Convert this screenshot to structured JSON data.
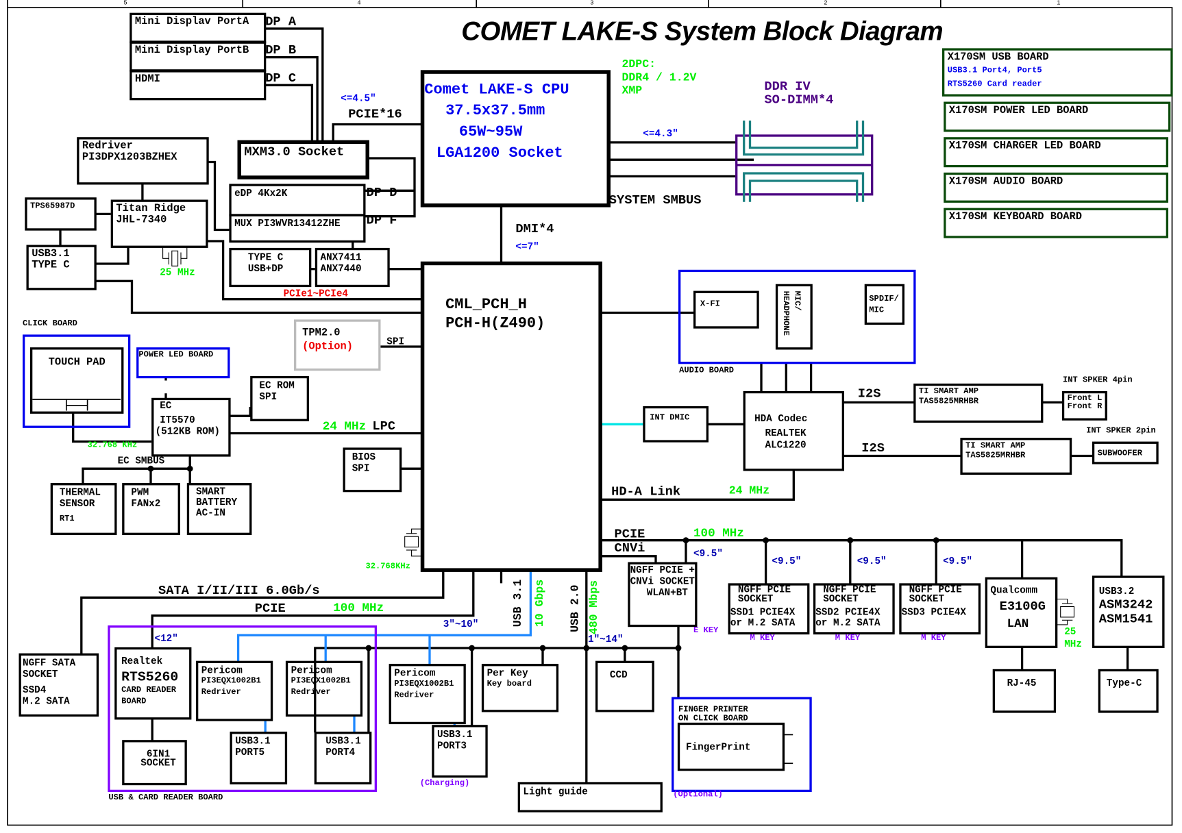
{
  "title": "COMET LAKE-S System Block Diagram",
  "frame_zones": [
    "5",
    "4",
    "3",
    "2",
    "1"
  ],
  "display": {
    "port_a": "Mini Displav PortA",
    "port_b": "Mini Display PortB",
    "hdmi": "HDMI",
    "dp_a": "DP A",
    "dp_b": "DP B",
    "dp_c": "DP C",
    "dp_d": "DP D",
    "dp_f": "DP F"
  },
  "mxm": {
    "label": "MXM3.0 Socket",
    "length": "<=4.5\"",
    "bus": "PCIE*16"
  },
  "cpu": {
    "line1": "Comet LAKE-S CPU",
    "line2": "37.5x37.5mm",
    "line3": "65W~95W",
    "line4": "LGA1200 Socket"
  },
  "memory": {
    "dpc": "2DPC:",
    "type": "DDR4 / 1.2V",
    "xmp": "XMP",
    "slot_line1": "DDR IV",
    "slot_line2": "SO-DIMM*4",
    "length": "<=4.3\"",
    "smbus": "SYSTEM SMBUS"
  },
  "boards": {
    "usb": {
      "title": "X170SM USB BOARD",
      "line2": "USB3.1 Port4, Port5",
      "line3": "RTS5260 Card reader"
    },
    "power_led": "X170SM POWER LED BOARD",
    "charger_led": "X170SM CHARGER LED BOARD",
    "audio": "X170SM AUDIO BOARD",
    "keyboard": "X170SM KEYBOARD BOARD"
  },
  "thunderbolt": {
    "redriver_l1": "Redriver",
    "redriver_l2": "PI3DPX1203BZHEX",
    "tps": "TPS65987D",
    "titan_l1": "Titan Ridge",
    "titan_l2": "JHL-7340",
    "typec_l1": "USB3.1",
    "typec_l2": "TYPE C",
    "crystal": "25 MHz"
  },
  "edp": {
    "edp": "eDP 4Kx2K",
    "mux": "MUX PI3WVR13412ZHE",
    "typec_l1": "TYPE C",
    "typec_l2": "USB+DP",
    "anx_l1": "ANX7411",
    "anx_l2": "ANX7440",
    "pcie": "PCIe1~PCIe4"
  },
  "dmi": {
    "label": "DMI*4",
    "length": "<=7\""
  },
  "pch": {
    "line1": "CML_PCH_H",
    "line2": "PCH-H(Z490)",
    "crystal": "32.768KHz"
  },
  "click": {
    "label": "CLICK BOARD",
    "touchpad": "TOUCH PAD",
    "power_led": "POWER LED BOARD"
  },
  "tpm": {
    "line1": "TPM2.0",
    "line2": "(Option)",
    "bus": "SPI"
  },
  "ec": {
    "line1": "EC",
    "line2": "IT5570",
    "line3": "(512KB ROM)",
    "rom_l1": "EC ROM",
    "rom_l2": "SPI",
    "crystal": "32.768 KHz",
    "lpc_clock": "24 MHz",
    "lpc": "LPC",
    "bios_l1": "BIOS",
    "bios_l2": "SPI",
    "smbus": "EC SMBUS",
    "thermal_l1": "THERMAL",
    "thermal_l2": "SENSOR",
    "thermal_l3": "RT1",
    "pwm_l1": "PWM",
    "pwm_l2": "FANx2",
    "battery_l1": "SMART",
    "battery_l2": "BATTERY",
    "battery_l3": "AC-IN"
  },
  "audio": {
    "xfi": "X-FI",
    "mic": "MIC/ HEADPHONE",
    "spdif": "SPDIF/ MIC",
    "board": "AUDIO BOARD",
    "dmic": "INT DMIC",
    "codec_l1": "HDA Codec",
    "codec_l2": "REALTEK",
    "codec_l3": "ALC1220",
    "i2s1": "I2S",
    "i2s2": "I2S",
    "amp_l1": "TI SMART AMP",
    "amp_l2": "TAS5825MRHBR",
    "spk4": "INT SPKER 4pin",
    "front_l": "Front L",
    "front_r": "Front R",
    "spk2": "INT SPKER 2pin",
    "sub": "SUBWOOFER",
    "link": "HD-A Link",
    "clock": "24 MHz"
  },
  "pcie_bus": {
    "pcie": "PCIE",
    "cnvi": "CNVi",
    "clock": "100 MHz",
    "len": "<9.5\"",
    "wlan_l1": "NGFF PCIE +",
    "wlan_l2": "CNVi SOCKET",
    "wlan_l3": "WLAN+BT",
    "e_key": "E KEY",
    "m_key": "M KEY",
    "ssd": [
      {
        "l1": "NGFF PCIE",
        "l2": "SOCKET",
        "l3": "SSD1 PCIE4X",
        "l4": "or M.2 SATA"
      },
      {
        "l1": "NGFF PCIE",
        "l2": "SOCKET",
        "l3": "SSD2 PCIE4X",
        "l4": "or M.2 SATA"
      },
      {
        "l1": "NGFF PCIE",
        "l2": "SOCKET",
        "l3": "SSD3 PCIE4X",
        "l4": ""
      }
    ],
    "lan_l1": "Qualcomm",
    "lan_l2": "E3100G",
    "lan_l3": "LAN",
    "lan_clock_l1": "25",
    "lan_clock_l2": "MHz",
    "usb32_l1": "USB3.2",
    "usb32_l2": "ASM3242",
    "usb32_l3": "ASM1541",
    "rj45": "RJ-45",
    "typec": "Type-C"
  },
  "storage": {
    "sata": "SATA I/II/III 6.0Gb/s",
    "pcie": "PCIE",
    "clock": "100 MHz",
    "ssd4_l1": "NGFF SATA",
    "ssd4_l2": "SOCKET",
    "ssd4_l3": "SSD4",
    "ssd4_l4": "M.2 SATA"
  },
  "usb": {
    "board": "USB & CARD READER BOARD",
    "len12": "<12\"",
    "rt_l1": "Realtek",
    "rt_l2": "RTS5260",
    "rt_l3": "CARD READER",
    "rt_l4": "BOARD",
    "sock_l1": "6IN1",
    "sock_l2": "SOCKET",
    "peri_l1": "Pericom",
    "peri_l2": "PI3EQX1002B1",
    "peri_l3": "Redriver",
    "port5_l1": "USB3.1",
    "port5_l2": "PORT5",
    "port4_l1": "USB3.1",
    "port4_l2": "PORT4",
    "port3_l1": "USB3.1",
    "port3_l2": "PORT3",
    "charging": "(Charging)",
    "perkey_l1": "Per Key",
    "perkey_l2": "Key board",
    "len310": "3\"~10\"",
    "usb31": "USB 3.1",
    "gbps": "10 Gbps",
    "usb20": "USB 2.0",
    "mbps": "480 Mbps",
    "len114": "1\"~14\"",
    "ccd": "CCD",
    "light": "Light guide",
    "fp_l1": "FINGER PRINTER",
    "fp_l2": "ON CLICK BOARD",
    "fp": "FingerPrint",
    "optional": "(Optional)"
  },
  "colors": {
    "clock": "#00ee00",
    "length": "#0000ee",
    "board_outline": "#0a4a0a",
    "usb_trace": "#1e88ff",
    "usb_board": "#8000ff",
    "dimm_outer": "#4b0082",
    "dimm_inner": "#1a8080"
  }
}
